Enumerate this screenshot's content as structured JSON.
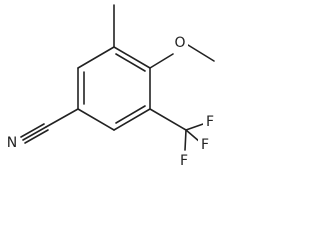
{
  "molecule": {
    "atoms": {
      "nitrogen": "N",
      "oxygen": "O",
      "fluorine_1": "F",
      "fluorine_2": "F",
      "fluorine_3": "F"
    }
  }
}
